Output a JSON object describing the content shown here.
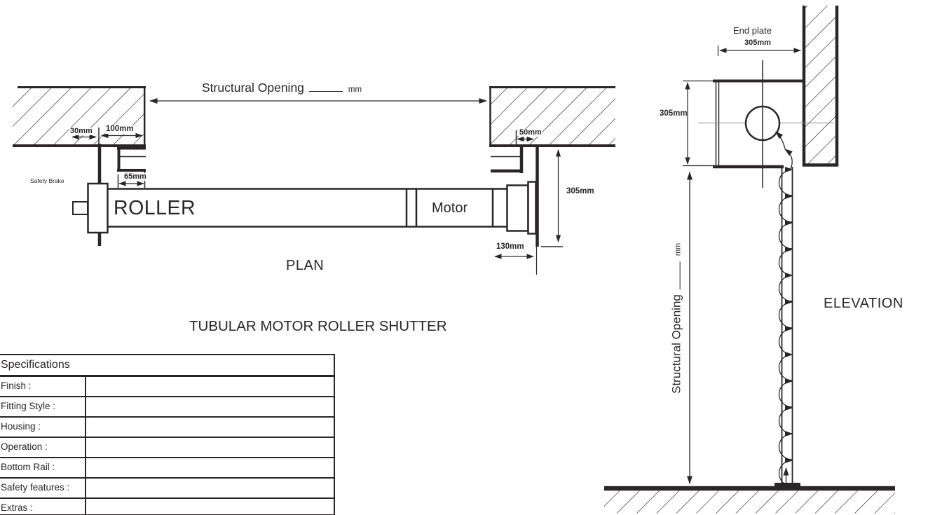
{
  "title": "TUBULAR MOTOR ROLLER SHUTTER",
  "plan": {
    "view_label": "PLAN",
    "structural_opening": {
      "label": "Structural Opening",
      "unit": "mm"
    },
    "safety_brake_label": "Safety Brake",
    "roller_label": "ROLLER",
    "motor_label": "Motor",
    "dims": {
      "wall_inset": "30mm",
      "wall_depth": "100mm",
      "bracket_depth": "65mm",
      "right_inset": "50mm",
      "headroom": "305mm",
      "motor_side_room": "130mm"
    }
  },
  "elevation": {
    "view_label": "ELEVATION",
    "end_plate_label": "End plate",
    "end_plate_width": "305mm",
    "end_plate_height": "305mm",
    "structural_opening": {
      "label": "Structural Opening",
      "unit": "mm"
    }
  },
  "spec_table": {
    "header": "Specifications",
    "rows": [
      {
        "label": "Finish :",
        "value": ""
      },
      {
        "label": "Fitting Style :",
        "value": ""
      },
      {
        "label": "Housing :",
        "value": ""
      },
      {
        "label": "Operation :",
        "value": ""
      },
      {
        "label": "Bottom Rail :",
        "value": ""
      },
      {
        "label": "Safety features :",
        "value": ""
      },
      {
        "label": "Extras :",
        "value": ""
      }
    ]
  },
  "colors": {
    "ink": "#2a2627",
    "centerline": "#8a8a8a",
    "background": "#ffffff"
  }
}
